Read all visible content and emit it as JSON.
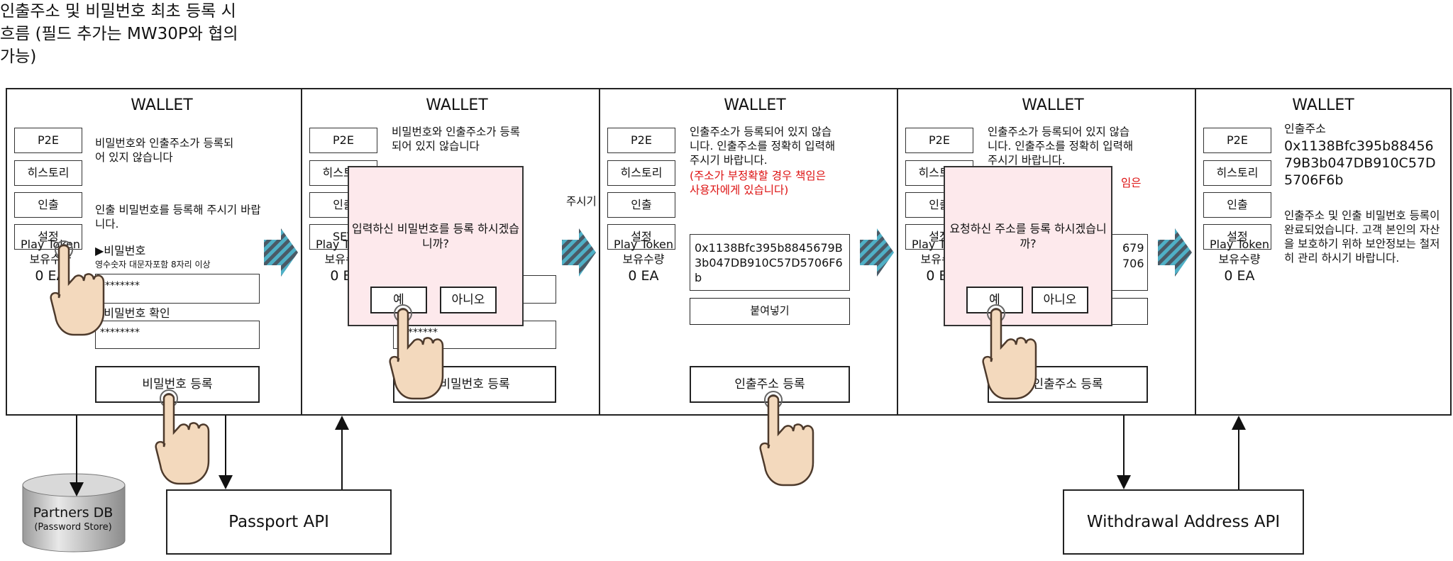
{
  "page_title": "인출주소 및 비밀번호 최초 등록 시 흐름 (필드 추가는 MW30P와 협의 가능)",
  "wallet_title": "WALLET",
  "menu": {
    "p2e": "P2E",
    "history": "히스토리",
    "withdraw": "인출",
    "settings": "설정",
    "settings_alt": "SET"
  },
  "token": {
    "label_line1": "Play Token",
    "label_line2": "보유수량",
    "amount": "0 EA"
  },
  "panel1": {
    "notice": "비밀번호와 인출주소가 등록되어 있지 않습니다",
    "instruction": "인출 비밀번호를 등록해 주시기 바랍니다.",
    "pw_label": "▶비밀번호",
    "pw_hint": "영수숫자 대문자포함 8자리 이상",
    "pw_value": "********",
    "pw_confirm_label": "▶비밀번호 확인",
    "pw_confirm_value": "********",
    "register_button": "비밀번호 등록"
  },
  "panel2": {
    "notice": "비밀번호와 인출주소가 등록되어 있지 않습니다",
    "instruction_fragment": "주시기",
    "pw_confirm_value": "********",
    "register_button": "비밀번호 등록",
    "dialog_message": "입력하신 비밀번호를 등록 하시겠습니까?",
    "yes": "예",
    "no": "아니오"
  },
  "panel3": {
    "notice": "인출주소가 등록되어 있지 않습니다. 인출주소를 정확히 입력해 주시기 바랍니다.",
    "warning": "(주소가 부정확할 경우 책임은 사용자에게 있습니다)",
    "address": "0x1138Bfc395b8845679B3b047DB910C57D5706F6b",
    "paste_button": "붙여넣기",
    "register_button": "인출주소 등록"
  },
  "panel4": {
    "notice": "인출주소가 등록되어 있지 않습니다. 인출주소를 정확히 입력해 주시기 바랍니다.",
    "warning_fragment": "임은",
    "address_fragment_1": "679",
    "address_fragment_2": "706",
    "register_button": "인출주소 등록",
    "dialog_message": "요청하신 주소를 등록 하시겠습니까?",
    "yes": "예",
    "no": "아니오"
  },
  "panel5": {
    "address_label": "인출주소",
    "address": "0x1138Bfc395b8845679B3b047DB910C57D5706F6b",
    "complete_message": "인출주소 및 인출 비밀번호 등록이 완료되었습니다. 고객 본인의 자산을 보호하기 위하 보안정보는 철저히 관리 하시기 바랍니다."
  },
  "db": {
    "name": "Partners DB",
    "subtitle": "(Password Store)"
  },
  "apis": {
    "passport": "Passport API",
    "withdrawal": "Withdrawal Address API"
  },
  "colors": {
    "dialog_bg": "#fde9ec",
    "warning_red": "#d11111",
    "flow_arrow_teal": "#4fb0c6",
    "flow_arrow_dark": "#5a6e7a"
  }
}
